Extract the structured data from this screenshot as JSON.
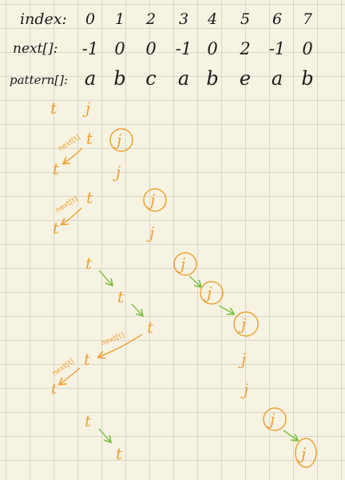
{
  "rows": {
    "index_label": "index:",
    "next_label": "next[]:",
    "pattern_label": "pattern[]:"
  },
  "table": {
    "index": [
      "0",
      "1",
      "2",
      "3",
      "4",
      "5",
      "6",
      "7"
    ],
    "next": [
      "-1",
      "0",
      "0",
      "-1",
      "0",
      "2",
      "-1",
      "0"
    ],
    "pattern": [
      "a",
      "b",
      "c",
      "a",
      "b",
      "e",
      "a",
      "b"
    ]
  },
  "colors": {
    "ink": "#1a1a1a",
    "orange": "#f0a030",
    "red": "#e0302c",
    "green": "#7bc043",
    "paper": "#f7f3e3",
    "grid": "#d9d6c8"
  },
  "next_colors": [
    "black",
    "orange",
    "orange",
    "red",
    "red",
    "orange",
    "red",
    "red"
  ],
  "trace": {
    "t_symbol": "t",
    "j_symbol": "j",
    "annotations": [
      "next[t]",
      "next[t]",
      "next[t]",
      "next[t]"
    ]
  }
}
